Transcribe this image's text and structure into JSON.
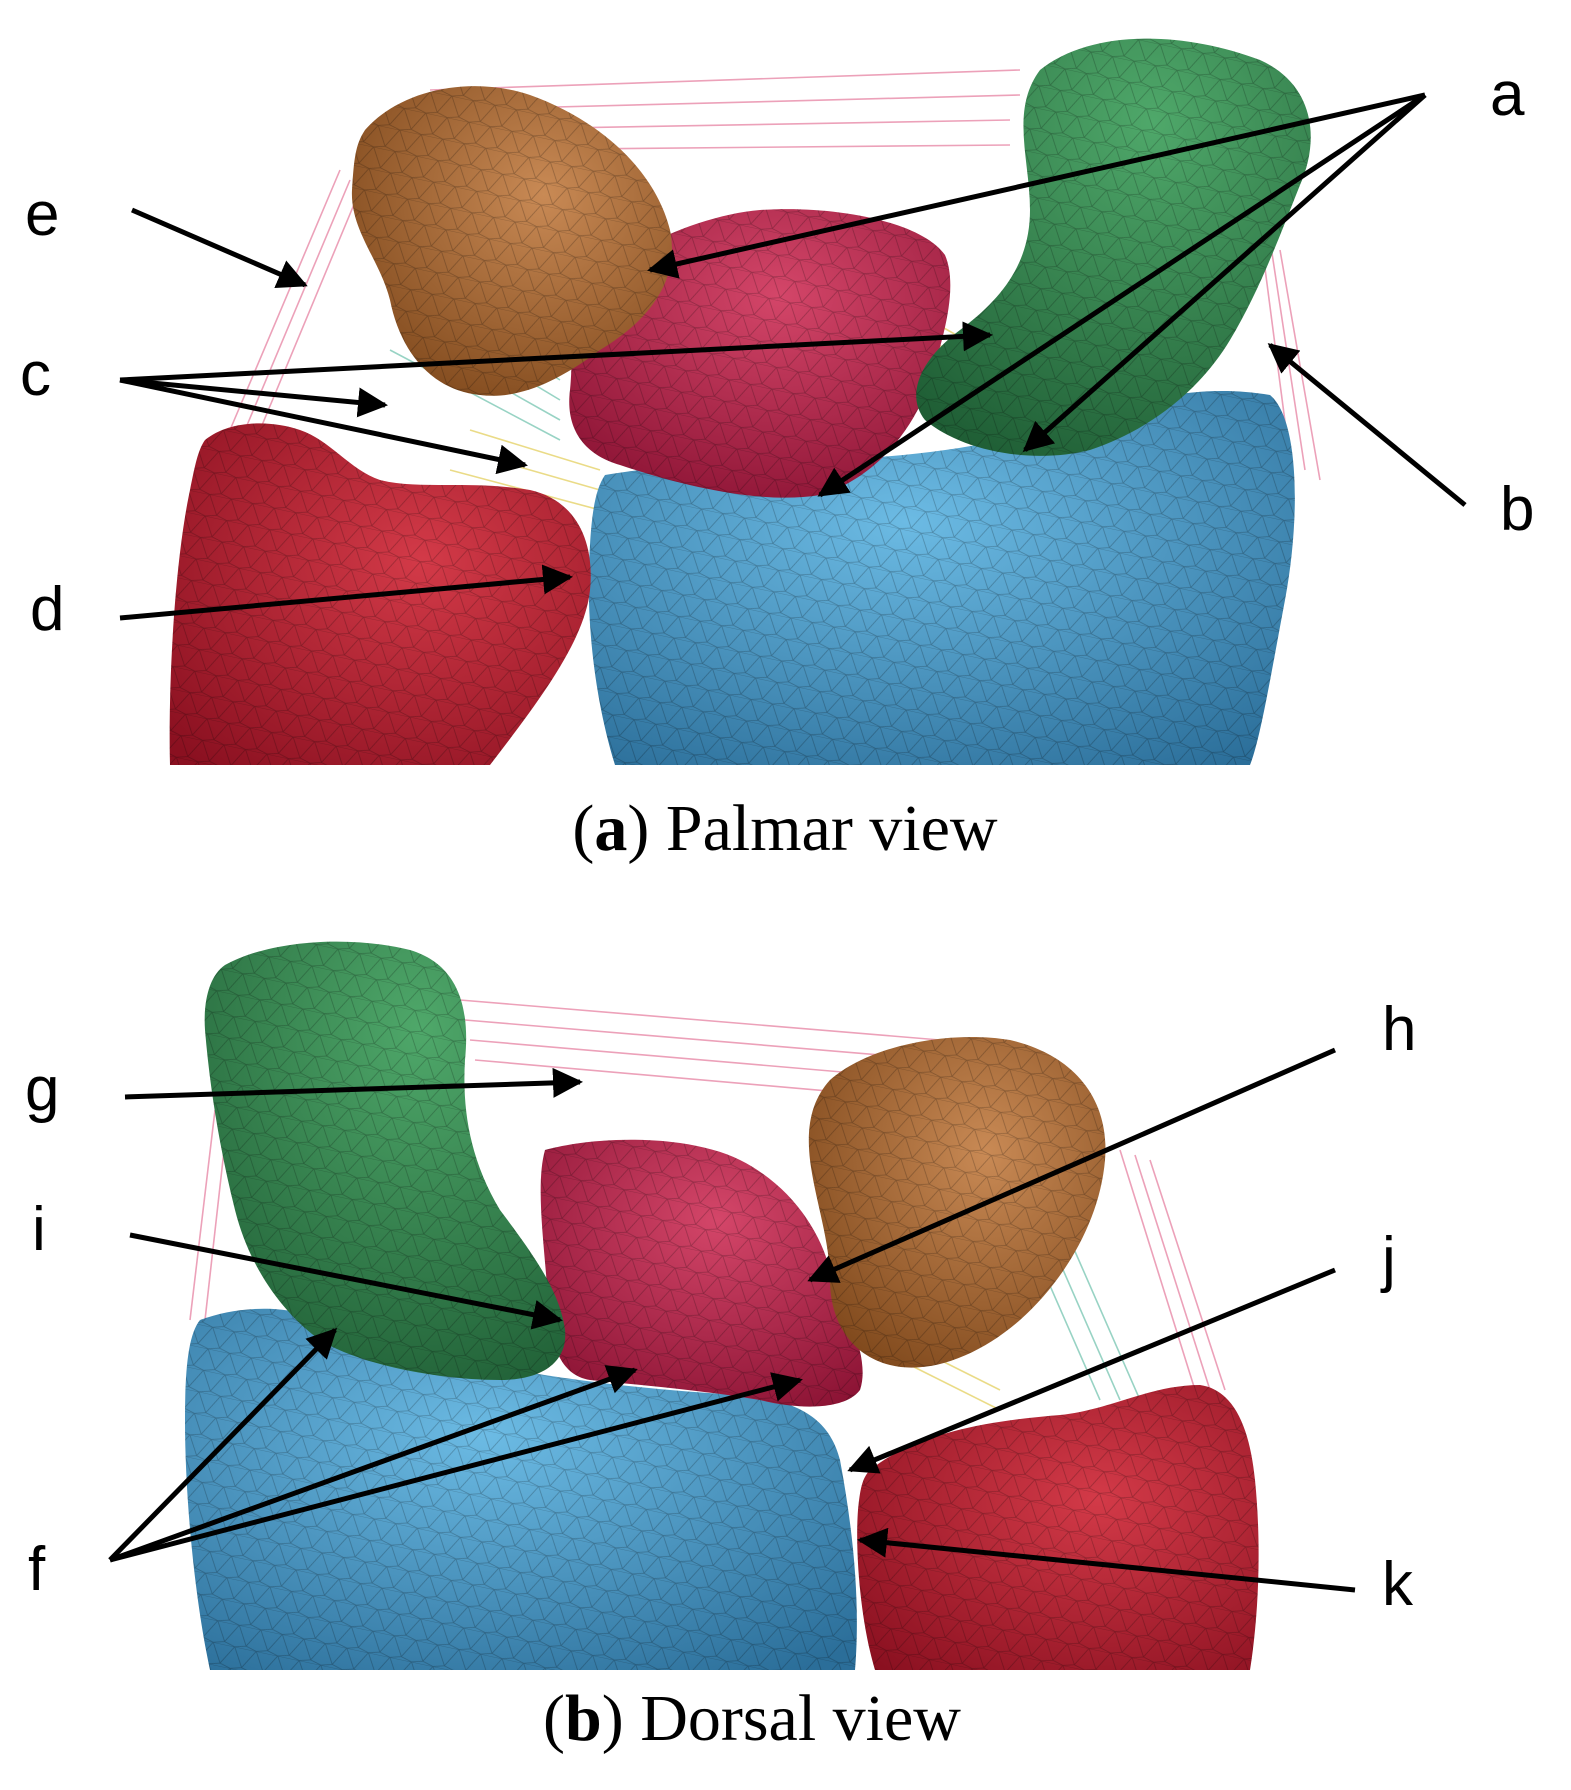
{
  "panels": [
    {
      "id": "a",
      "caption_letter": "a",
      "caption_text": " Palmar view",
      "labels": [
        "a",
        "b",
        "c",
        "d",
        "e"
      ]
    },
    {
      "id": "b",
      "caption_letter": "b",
      "caption_text": " Dorsal view",
      "labels": [
        "f",
        "g",
        "h",
        "i",
        "j",
        "k"
      ]
    }
  ],
  "colors": {
    "green_bone": "#2f7a4a",
    "orange_bone": "#a8672e",
    "crimson_bone": "#b51f45",
    "red_bone": "#b8202e",
    "blue_bone": "#3f93c4",
    "ligament_pink": "#e88aa8",
    "ligament_teal": "#7fc9b6",
    "ligament_yellow": "#e6d36a"
  }
}
